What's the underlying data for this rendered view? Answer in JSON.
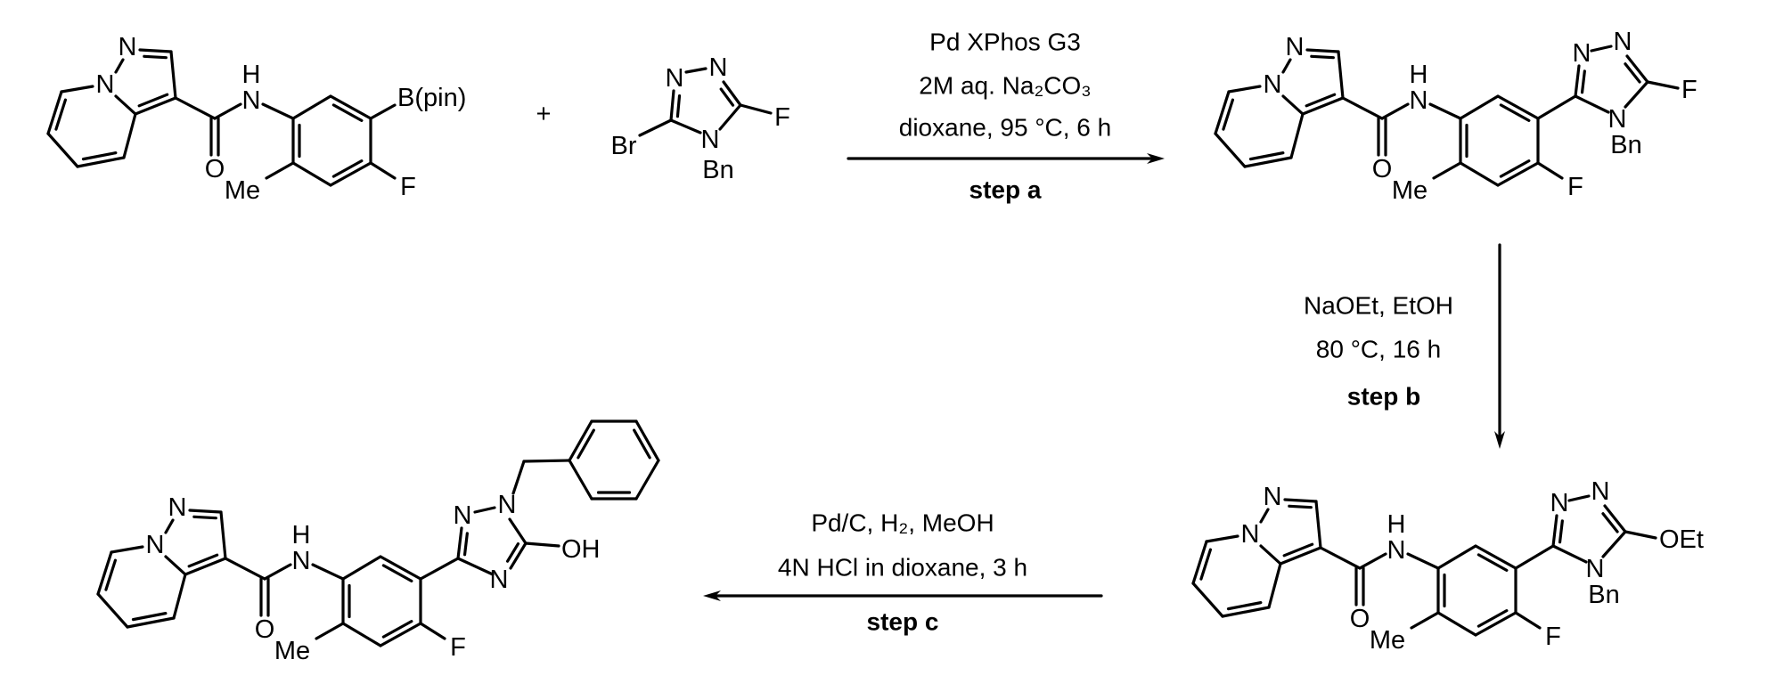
{
  "scheme": {
    "plus_sign": "+",
    "molecules": [
      {
        "id": "boronate-starting-material",
        "core_labels": [
          "N",
          "N",
          "H",
          "N",
          "O",
          "Me",
          "F"
        ],
        "substituent": "B(pin)"
      },
      {
        "id": "bromo-fluoro-triazole-reagent",
        "labels": {
          "n1": "N",
          "n2": "N",
          "n4": "N",
          "bn": "Bn",
          "br": "Br",
          "f": "F"
        }
      },
      {
        "id": "fluoro-triazole-product",
        "core_labels": [
          "N",
          "N",
          "H",
          "N",
          "O",
          "Me",
          "F"
        ],
        "triazole_labels": {
          "n1": "N",
          "n2": "N",
          "n4": "N",
          "bn": "Bn",
          "x": "F"
        }
      },
      {
        "id": "ethoxy-triazole-product",
        "core_labels": [
          "N",
          "N",
          "H",
          "N",
          "O",
          "Me",
          "F"
        ],
        "triazole_labels": {
          "n1": "N",
          "n2": "N",
          "n4": "N",
          "bn": "Bn",
          "x": "OEt"
        }
      },
      {
        "id": "hydroxy-triazole-final-product",
        "core_labels": [
          "N",
          "N",
          "H",
          "N",
          "O",
          "Me",
          "F"
        ],
        "triazole_labels": {
          "n1": "N",
          "n2": "N",
          "n4": "N",
          "x": "OH"
        }
      }
    ],
    "steps": {
      "a": {
        "conditions": [
          "Pd XPhos G3",
          "2M aq. Na₂CO₃",
          "dioxane, 95 °C, 6 h"
        ],
        "label": "step a",
        "direction": "right"
      },
      "b": {
        "conditions": [
          "NaOEt, EtOH",
          "80 °C, 16 h"
        ],
        "label": "step b",
        "direction": "down"
      },
      "c": {
        "conditions": [
          "Pd/C, H₂, MeOH",
          "4N HCl in dioxane, 3 h"
        ],
        "label": "step c",
        "direction": "left"
      }
    },
    "colors": {
      "ink": "#000000",
      "background": "#ffffff"
    }
  }
}
